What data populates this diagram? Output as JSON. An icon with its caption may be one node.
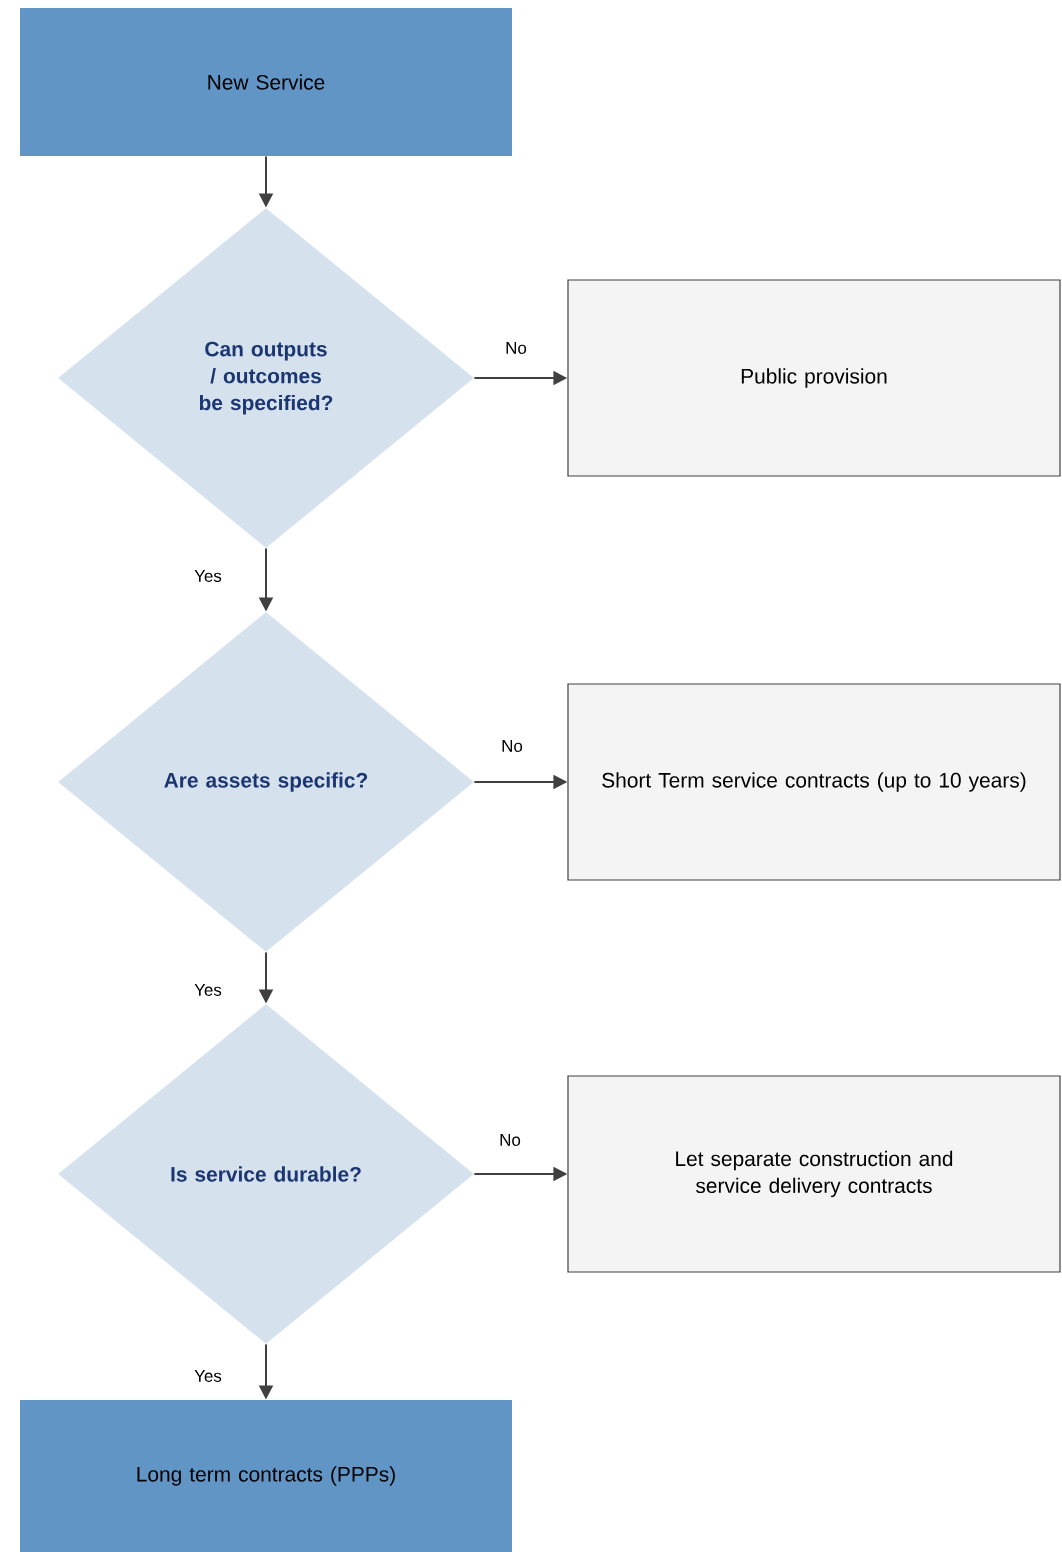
{
  "diagram": {
    "nodes": [
      {
        "text": [
          "New Service"
        ]
      },
      {
        "text": [
          "Can outputs / outcomes be specified?"
        ]
      },
      {
        "text": [
          "Public provision"
        ]
      },
      {
        "text": [
          "Are assets specific?"
        ]
      },
      {
        "text": [
          "Short Term service contracts (up to 10 years)"
        ]
      },
      {
        "text": [
          "Is service durable?"
        ]
      },
      {
        "text": [
          "Let separate construction and service delivery contracts"
        ]
      },
      {
        "text": [
          "Long term contracts (PPPs)"
        ]
      }
    ],
    "edges": [
      {
        "from": 0,
        "to": 1,
        "arrow": "to"
      },
      {
        "from": 1,
        "to": 2,
        "arrow": "to",
        "label": "No"
      },
      {
        "from": 1,
        "to": 3,
        "arrow": "to",
        "label": "Yes"
      },
      {
        "from": 3,
        "to": 4,
        "arrow": "to",
        "label": "No"
      },
      {
        "from": 3,
        "to": 5,
        "arrow": "to",
        "label": "Yes"
      },
      {
        "from": 5,
        "to": 6,
        "arrow": "to",
        "label": "No"
      },
      {
        "from": 5,
        "to": 7,
        "arrow": "to",
        "label": "Yes"
      }
    ]
  }
}
